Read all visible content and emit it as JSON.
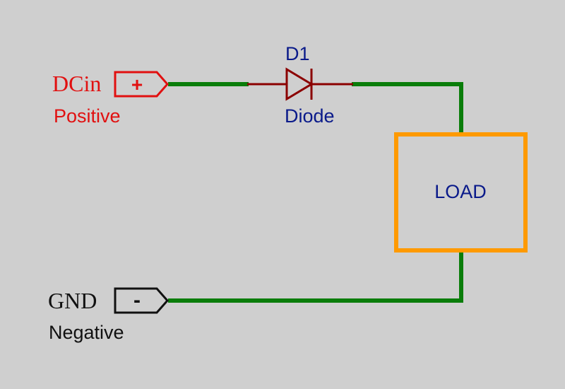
{
  "colors": {
    "background": "#cfcfcf",
    "wire": "#0a7d0a",
    "diode": "#8b0000",
    "positive": "#e11010",
    "negative": "#111111",
    "load_border": "#ff9a00",
    "component_text": "#0a1a8a"
  },
  "positive_terminal": {
    "net_name": "DCin",
    "symbol": "+",
    "label": "Positive"
  },
  "negative_terminal": {
    "net_name": "GND",
    "symbol": "-",
    "label": "Negative"
  },
  "diode": {
    "designator": "D1",
    "value": "Diode",
    "icon": "diode-icon"
  },
  "load": {
    "label": "LOAD"
  }
}
